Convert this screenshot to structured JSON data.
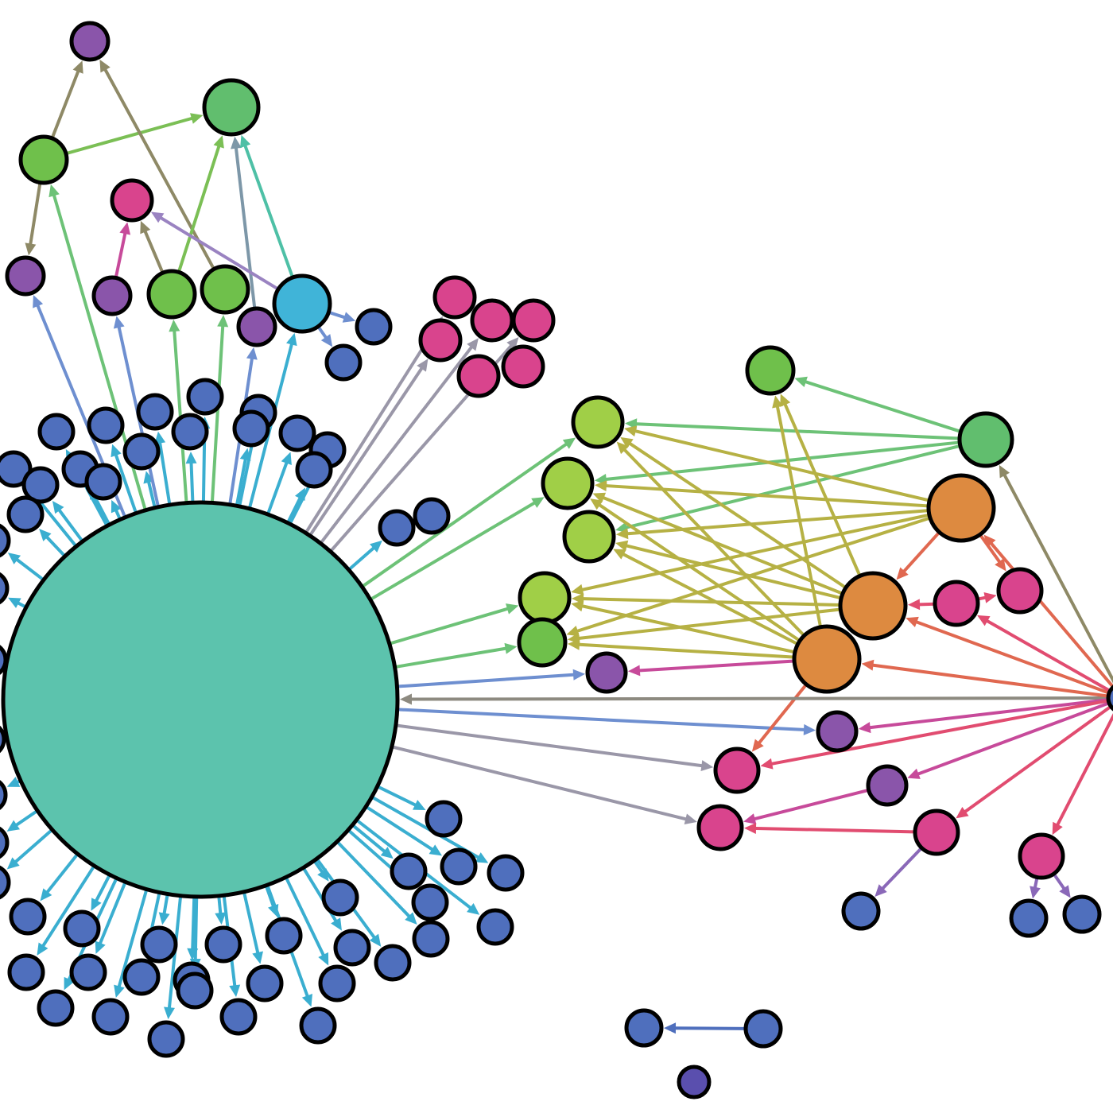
{
  "colors": {
    "teal": "#5cc3ad",
    "blue": "#4f6fbd",
    "indigo": "#5a4fae",
    "purple": "#8a55aa",
    "pink": "#d9448d",
    "lime": "#a0cf47",
    "green": "#6fc04b",
    "green2": "#61be6e",
    "orange": "#dd8a40",
    "cyan": "#40b4d8",
    "edge_cyan": "#3aaed0",
    "edge_blue": "#6e8fd0",
    "edge_gray": "#9a97a8",
    "edge_slate": "#7d97a8",
    "edge_green": "#6dc277",
    "edge_olive": "#b6b144",
    "edge_grey2": "#8d8a80",
    "edge_magenta": "#c74a9a",
    "edge_rose": "#e14c70",
    "edge_red": "#e06850",
    "edge_violet": "#8a68b8",
    "edge_mauve": "#9a83c1",
    "edge_khaki": "#8e8966",
    "edge_lime": "#7bbf55",
    "edge_aqua": "#4ec0a6"
  },
  "graph": {
    "nodes": [
      {
        "id": "hub",
        "color": "teal"
      },
      {
        "id": "top-purple",
        "color": "purple"
      },
      {
        "id": "top-green-large",
        "color": "green2"
      },
      {
        "id": "top-green-left",
        "color": "green"
      },
      {
        "id": "top-pink",
        "color": "pink"
      },
      {
        "id": "left-purple",
        "color": "purple"
      },
      {
        "id": "mid-purple-a",
        "color": "purple"
      },
      {
        "id": "mid-green-a",
        "color": "green"
      },
      {
        "id": "mid-green-b",
        "color": "green"
      },
      {
        "id": "mid-purple-b",
        "color": "purple"
      },
      {
        "id": "cyan-node",
        "color": "cyan"
      },
      {
        "id": "cyan-child-a",
        "color": "blue"
      },
      {
        "id": "cyan-child-b",
        "color": "blue"
      },
      {
        "id": "pink-cluster-1",
        "color": "pink"
      },
      {
        "id": "pink-cluster-2",
        "color": "pink"
      },
      {
        "id": "pink-cluster-3",
        "color": "pink"
      },
      {
        "id": "pink-cluster-4",
        "color": "pink"
      },
      {
        "id": "pink-cluster-5",
        "color": "pink"
      },
      {
        "id": "pink-cluster-6",
        "color": "pink"
      },
      {
        "id": "blue-pair-a",
        "color": "blue"
      },
      {
        "id": "blue-pair-b",
        "color": "blue"
      },
      {
        "id": "lime-1",
        "color": "lime"
      },
      {
        "id": "lime-2",
        "color": "lime"
      },
      {
        "id": "lime-3",
        "color": "lime"
      },
      {
        "id": "lime-4",
        "color": "lime"
      },
      {
        "id": "green-5",
        "color": "green"
      },
      {
        "id": "right-green-top",
        "color": "green"
      },
      {
        "id": "right-green-large",
        "color": "green2"
      },
      {
        "id": "orange-1",
        "color": "orange"
      },
      {
        "id": "orange-2",
        "color": "orange"
      },
      {
        "id": "orange-3",
        "color": "orange"
      },
      {
        "id": "right-pink-a",
        "color": "pink"
      },
      {
        "id": "right-pink-b",
        "color": "pink"
      },
      {
        "id": "center-purple",
        "color": "purple"
      },
      {
        "id": "lower-purple-a",
        "color": "purple"
      },
      {
        "id": "lower-pink-a",
        "color": "pink"
      },
      {
        "id": "lower-purple-b",
        "color": "purple"
      },
      {
        "id": "lower-pink-b",
        "color": "pink"
      },
      {
        "id": "lower-pink-c",
        "color": "pink"
      },
      {
        "id": "lower-pink-d",
        "color": "pink"
      },
      {
        "id": "lower-blue-a",
        "color": "blue"
      },
      {
        "id": "lower-blue-b",
        "color": "blue"
      },
      {
        "id": "lower-blue-c",
        "color": "blue"
      },
      {
        "id": "bottom-blue-a",
        "color": "blue"
      },
      {
        "id": "bottom-blue-b",
        "color": "blue"
      },
      {
        "id": "bottom-indigo",
        "color": "indigo"
      },
      {
        "id": "offscreen-right",
        "color": "blue"
      }
    ],
    "edges": [
      {
        "from": "top-green-left",
        "to": "top-purple",
        "color": "edge_khaki"
      },
      {
        "from": "top-green-left",
        "to": "top-green-large",
        "color": "edge_lime"
      },
      {
        "from": "top-green-left",
        "to": "left-purple",
        "color": "edge_khaki"
      },
      {
        "from": "mid-green-b",
        "to": "top-purple",
        "color": "edge_khaki"
      },
      {
        "from": "mid-green-a",
        "to": "top-green-large",
        "color": "edge_lime"
      },
      {
        "from": "mid-purple-b",
        "to": "top-green-large",
        "color": "edge_slate"
      },
      {
        "from": "cyan-node",
        "to": "top-green-large",
        "color": "edge_aqua"
      },
      {
        "from": "mid-purple-a",
        "to": "top-pink",
        "color": "edge_magenta"
      },
      {
        "from": "mid-green-a",
        "to": "top-pink",
        "color": "edge_khaki"
      },
      {
        "from": "cyan-node",
        "to": "top-pink",
        "color": "edge_mauve"
      },
      {
        "from": "cyan-node",
        "to": "cyan-child-a",
        "color": "edge_blue"
      },
      {
        "from": "cyan-node",
        "to": "cyan-child-b",
        "color": "edge_blue"
      },
      {
        "from": "hub",
        "to": "top-green-left",
        "color": "edge_green"
      },
      {
        "from": "hub",
        "to": "left-purple",
        "color": "edge_blue"
      },
      {
        "from": "hub",
        "to": "mid-purple-a",
        "color": "edge_blue"
      },
      {
        "from": "hub",
        "to": "mid-green-a",
        "color": "edge_green"
      },
      {
        "from": "hub",
        "to": "mid-green-b",
        "color": "edge_green"
      },
      {
        "from": "hub",
        "to": "mid-purple-b",
        "color": "edge_blue"
      },
      {
        "from": "hub",
        "to": "cyan-node",
        "color": "edge_cyan"
      },
      {
        "from": "hub",
        "to": "pink-cluster-1",
        "color": "edge_gray"
      },
      {
        "from": "hub",
        "to": "pink-cluster-2",
        "color": "edge_gray"
      },
      {
        "from": "hub",
        "to": "pink-cluster-3",
        "color": "edge_gray"
      },
      {
        "from": "hub",
        "to": "pink-cluster-4",
        "color": "edge_gray"
      },
      {
        "from": "hub",
        "to": "blue-pair-a",
        "color": "edge_cyan"
      },
      {
        "from": "hub",
        "to": "lime-1",
        "color": "edge_green"
      },
      {
        "from": "hub",
        "to": "lime-2",
        "color": "edge_green"
      },
      {
        "from": "hub",
        "to": "lime-4",
        "color": "edge_green"
      },
      {
        "from": "hub",
        "to": "green-5",
        "color": "edge_green"
      },
      {
        "from": "hub",
        "to": "center-purple",
        "color": "edge_blue"
      },
      {
        "from": "hub",
        "to": "lower-purple-a",
        "color": "edge_blue"
      },
      {
        "from": "hub",
        "to": "lower-pink-a",
        "color": "edge_gray"
      },
      {
        "from": "hub",
        "to": "lower-pink-b",
        "color": "edge_gray"
      },
      {
        "from": "right-green-large",
        "to": "lime-1",
        "color": "edge_green"
      },
      {
        "from": "right-green-large",
        "to": "lime-2",
        "color": "edge_green"
      },
      {
        "from": "right-green-large",
        "to": "lime-3",
        "color": "edge_green"
      },
      {
        "from": "right-green-large",
        "to": "right-green-top",
        "color": "edge_green"
      },
      {
        "from": "orange-1",
        "to": "lime-1",
        "color": "edge_olive"
      },
      {
        "from": "orange-1",
        "to": "lime-2",
        "color": "edge_olive"
      },
      {
        "from": "orange-1",
        "to": "lime-3",
        "color": "edge_olive"
      },
      {
        "from": "orange-1",
        "to": "lime-4",
        "color": "edge_olive"
      },
      {
        "from": "orange-1",
        "to": "green-5",
        "color": "edge_olive"
      },
      {
        "from": "orange-1",
        "to": "orange-2",
        "color": "edge_red"
      },
      {
        "from": "orange-1",
        "to": "right-pink-b",
        "color": "edge_red"
      },
      {
        "from": "orange-2",
        "to": "lime-1",
        "color": "edge_olive"
      },
      {
        "from": "orange-2",
        "to": "lime-2",
        "color": "edge_olive"
      },
      {
        "from": "orange-2",
        "to": "lime-3",
        "color": "edge_olive"
      },
      {
        "from": "orange-2",
        "to": "lime-4",
        "color": "edge_olive"
      },
      {
        "from": "orange-2",
        "to": "green-5",
        "color": "edge_olive"
      },
      {
        "from": "orange-2",
        "to": "right-green-top",
        "color": "edge_olive"
      },
      {
        "from": "orange-3",
        "to": "lime-1",
        "color": "edge_olive"
      },
      {
        "from": "orange-3",
        "to": "lime-2",
        "color": "edge_olive"
      },
      {
        "from": "orange-3",
        "to": "lime-3",
        "color": "edge_olive"
      },
      {
        "from": "orange-3",
        "to": "lime-4",
        "color": "edge_olive"
      },
      {
        "from": "orange-3",
        "to": "green-5",
        "color": "edge_olive"
      },
      {
        "from": "orange-3",
        "to": "right-green-top",
        "color": "edge_olive"
      },
      {
        "from": "orange-3",
        "to": "center-purple",
        "color": "edge_magenta"
      },
      {
        "from": "orange-3",
        "to": "lower-pink-a",
        "color": "edge_red"
      },
      {
        "from": "right-pink-a",
        "to": "orange-2",
        "color": "edge_rose"
      },
      {
        "from": "right-pink-a",
        "to": "right-pink-b",
        "color": "edge_rose"
      },
      {
        "from": "offscreen-right",
        "to": "hub",
        "color": "edge_grey2"
      },
      {
        "from": "offscreen-right",
        "to": "right-green-large",
        "color": "edge_khaki"
      },
      {
        "from": "offscreen-right",
        "to": "orange-1",
        "color": "edge_red"
      },
      {
        "from": "offscreen-right",
        "to": "orange-2",
        "color": "edge_red"
      },
      {
        "from": "offscreen-right",
        "to": "orange-3",
        "color": "edge_red"
      },
      {
        "from": "offscreen-right",
        "to": "right-pink-a",
        "color": "edge_rose"
      },
      {
        "from": "offscreen-right",
        "to": "lower-purple-a",
        "color": "edge_magenta"
      },
      {
        "from": "offscreen-right",
        "to": "lower-purple-b",
        "color": "edge_magenta"
      },
      {
        "from": "offscreen-right",
        "to": "lower-pink-a",
        "color": "edge_rose"
      },
      {
        "from": "offscreen-right",
        "to": "lower-pink-c",
        "color": "edge_rose"
      },
      {
        "from": "offscreen-right",
        "to": "lower-pink-d",
        "color": "edge_rose"
      },
      {
        "from": "lower-purple-b",
        "to": "lower-pink-b",
        "color": "edge_magenta"
      },
      {
        "from": "lower-pink-c",
        "to": "lower-pink-b",
        "color": "edge_rose"
      },
      {
        "from": "lower-pink-c",
        "to": "lower-blue-a",
        "color": "edge_violet"
      },
      {
        "from": "lower-pink-d",
        "to": "lower-blue-b",
        "color": "edge_violet"
      },
      {
        "from": "lower-pink-d",
        "to": "lower-blue-c",
        "color": "edge_violet"
      },
      {
        "from": "bottom-blue-b",
        "to": "bottom-blue-a",
        "color": "blue"
      }
    ],
    "hub_leaf_count": 60,
    "hub_leaf_color": "blue",
    "hub_leaf_edge_color": "edge_cyan"
  }
}
